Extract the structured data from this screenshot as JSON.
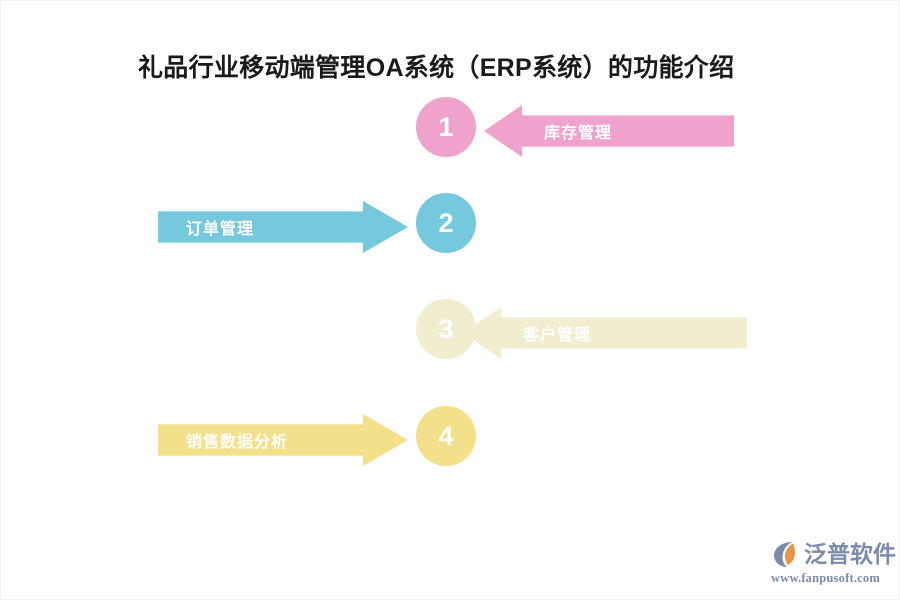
{
  "page": {
    "title": "礼品行业移动端管理OA系统（ERP系统）的功能介绍",
    "background_color": "#ffffff"
  },
  "flow": {
    "steps": [
      {
        "number": "1",
        "label": "库存管理",
        "direction": "left",
        "color": "#efa3cc",
        "color_name": "pink"
      },
      {
        "number": "2",
        "label": "订单管理",
        "direction": "right",
        "color": "#76c8dc",
        "color_name": "blue"
      },
      {
        "number": "3",
        "label": "客户管理",
        "direction": "left",
        "color": "#f1eed0",
        "color_name": "cream"
      },
      {
        "number": "4",
        "label": "销售数据分析",
        "direction": "right",
        "color": "#f2e08a",
        "color_name": "yellow"
      }
    ]
  },
  "logo": {
    "name": "泛普软件",
    "url": "www.fanpusoft.com",
    "mark_color": "#7d8bab",
    "accent_color": "#e8944a"
  }
}
